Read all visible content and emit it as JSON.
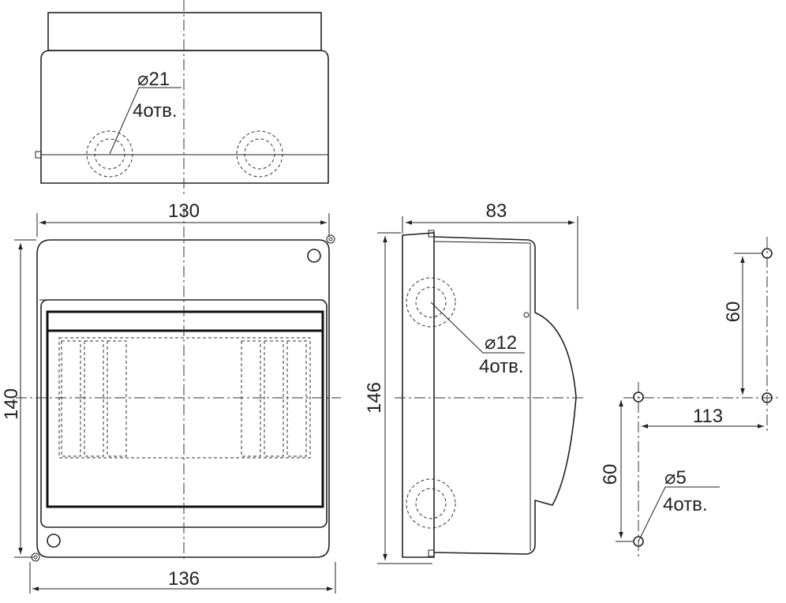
{
  "dimensions": {
    "top_width": "130",
    "bottom_width": "136",
    "front_height": "140",
    "side_depth": "83",
    "side_height": "146",
    "mount_vertical_top": "60",
    "mount_horizontal": "113",
    "mount_vertical_bottom": "60"
  },
  "callouts": {
    "top_hole_diameter": "⌀21",
    "top_hole_count": "4отв.",
    "side_hole_diameter": "⌀12",
    "side_hole_count": "4отв.",
    "mount_hole_diameter": "⌀5",
    "mount_hole_count": "4отв."
  }
}
